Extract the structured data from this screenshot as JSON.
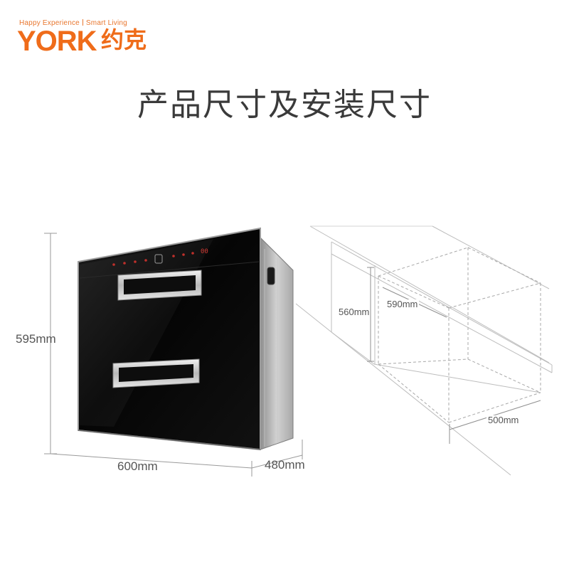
{
  "brand": {
    "tagline_left": "Happy Experience",
    "tagline_right": "Smart Living",
    "name_en": "YORK",
    "name_cn": "约克",
    "color": "#ef6c1a"
  },
  "title": "产品尺寸及安装尺寸",
  "product": {
    "height_label": "595mm",
    "width_label": "600mm",
    "depth_label": "480mm",
    "panel_color": "#0b0b0b",
    "display_digits": "··· −− ··· ·· 00"
  },
  "installation": {
    "height_label": "560mm",
    "width_label": "590mm",
    "depth_label": "500mm"
  }
}
